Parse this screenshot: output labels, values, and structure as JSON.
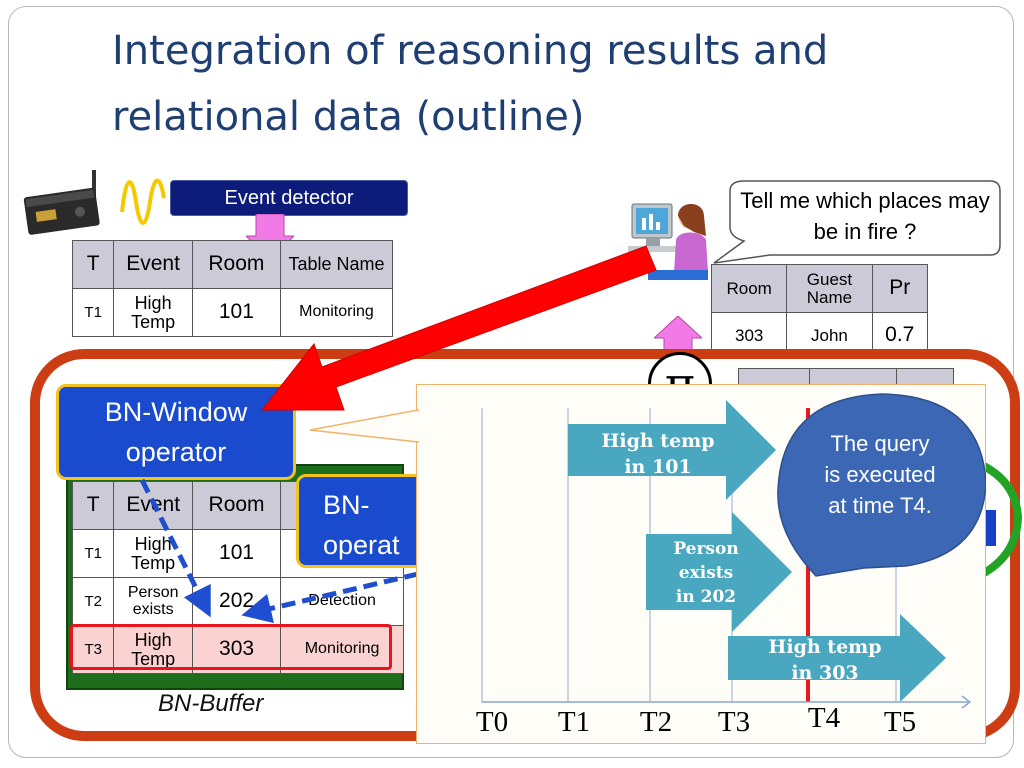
{
  "slide": {
    "title_line1": "Integration of reasoning results and",
    "title_line2": "relational data (outline)"
  },
  "event_detector": {
    "label": "Event detector"
  },
  "top_table": {
    "headers": [
      "T",
      "Event",
      "Room",
      "Table Name"
    ],
    "row": [
      "T1",
      "High Temp",
      "101",
      "Monitoring"
    ]
  },
  "speech": {
    "text": "Tell me which places may be in fire ?"
  },
  "result_table": {
    "headers": [
      "Room",
      "Guest Name",
      "Pr"
    ],
    "row": [
      "303",
      "John",
      "0.7"
    ]
  },
  "projection_symbol": "π",
  "bn_window": {
    "line1": "BN-Window",
    "line2": "operator"
  },
  "bn_second": {
    "line1": "BN-",
    "line2": "operat"
  },
  "buffer_table": {
    "headers": [
      "T",
      "Event",
      "Room"
    ],
    "rows": [
      [
        "T1",
        "High Temp",
        "101",
        ""
      ],
      [
        "T2",
        "Person exists",
        "202",
        "Detection"
      ],
      [
        "T3",
        "High Temp",
        "303",
        "Monitoring"
      ]
    ]
  },
  "bn_buffer": {
    "label": "BN-Buffer"
  },
  "timeline": {
    "events": [
      {
        "line1": "High temp",
        "line2": "in 101"
      },
      {
        "line1": "Person",
        "line2": "exists",
        "line3": "in 202"
      },
      {
        "line1": "High temp",
        "line2": "in 303"
      }
    ],
    "ticks": [
      "T0",
      "T1",
      "T2",
      "T3",
      "T4",
      "T5"
    ],
    "callout": {
      "line1": "The query",
      "line2": "is executed",
      "line3": "at time T4."
    }
  },
  "colors": {
    "title": "#1f3f73",
    "bn_operator_fill": "#1a4bcf",
    "bn_operator_border": "#f3c21e",
    "event_arrow": "#4aa7c0",
    "callout": "#3b67b5",
    "orange_frame": "#cc3d14",
    "green_buffer": "#1d6d1d",
    "red_arrow": "#ff0000",
    "pink_arrow": "#f27ae6"
  }
}
